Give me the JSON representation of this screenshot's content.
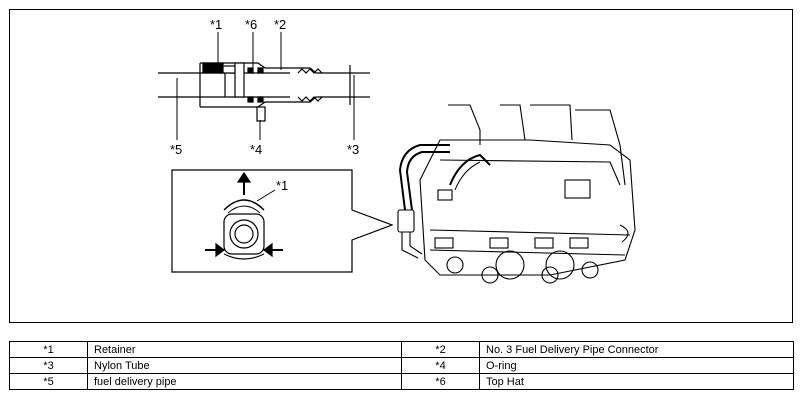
{
  "callouts": {
    "c1": "*1",
    "c6": "*6",
    "c2": "*2",
    "c5": "*5",
    "c4": "*4",
    "c3": "*3",
    "c1b": "*1"
  },
  "legend": [
    {
      "left_code": "*1",
      "left_text": "Retainer",
      "right_code": "*2",
      "right_text": "No. 3 Fuel Delivery Pipe Connector"
    },
    {
      "left_code": "*3",
      "left_text": "Nylon Tube",
      "right_code": "*4",
      "right_text": "O-ring"
    },
    {
      "left_code": "*5",
      "left_text": "fuel delivery pipe",
      "right_code": "*6",
      "right_text": "Top Hat"
    }
  ]
}
